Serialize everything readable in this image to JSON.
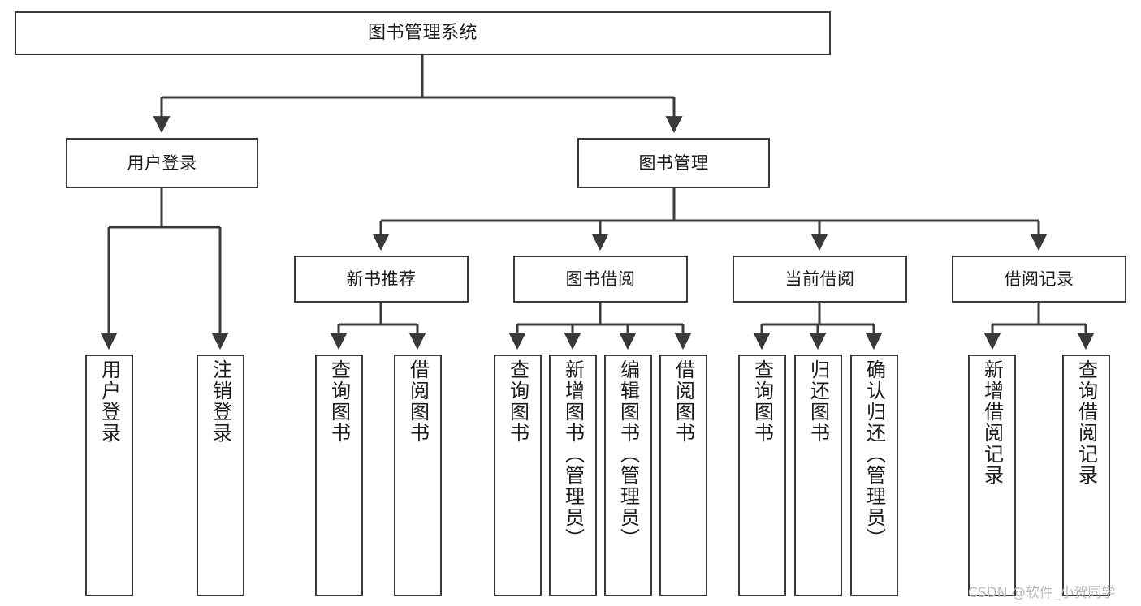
{
  "diagram": {
    "title": "图书管理系统",
    "type": "hierarchy-tree",
    "style": {
      "box_border_color": "#3a3a3a",
      "box_fill_color": "#ffffff",
      "connector_color": "#3a3a3a",
      "text_color": "#1b1b1b",
      "background": "#ffffff"
    },
    "levels": {
      "root": {
        "label": "图书管理系统"
      },
      "level2": [
        {
          "label": "用户登录"
        },
        {
          "label": "图书管理"
        }
      ],
      "level3": [
        {
          "label": "新书推荐"
        },
        {
          "label": "图书借阅"
        },
        {
          "label": "当前借阅"
        },
        {
          "label": "借阅记录"
        }
      ],
      "leaves": {
        "user_login": [
          {
            "label": "用户登录"
          },
          {
            "label": "注销登录"
          }
        ],
        "new_book_recommend": [
          {
            "label": "查询图书"
          },
          {
            "label": "借阅图书"
          }
        ],
        "book_borrow": [
          {
            "label": "查询图书"
          },
          {
            "label": "新增图书（管理员）"
          },
          {
            "label": "编辑图书（管理员）"
          },
          {
            "label": "借阅图书"
          }
        ],
        "current_borrow": [
          {
            "label": "查询图书"
          },
          {
            "label": "归还图书"
          },
          {
            "label": "确认归还（管理员）"
          }
        ],
        "borrow_record": [
          {
            "label": "新增借阅记录"
          },
          {
            "label": "查询借阅记录"
          }
        ]
      }
    }
  },
  "watermark": {
    "text": "CSDN @软件_小贺同学"
  }
}
